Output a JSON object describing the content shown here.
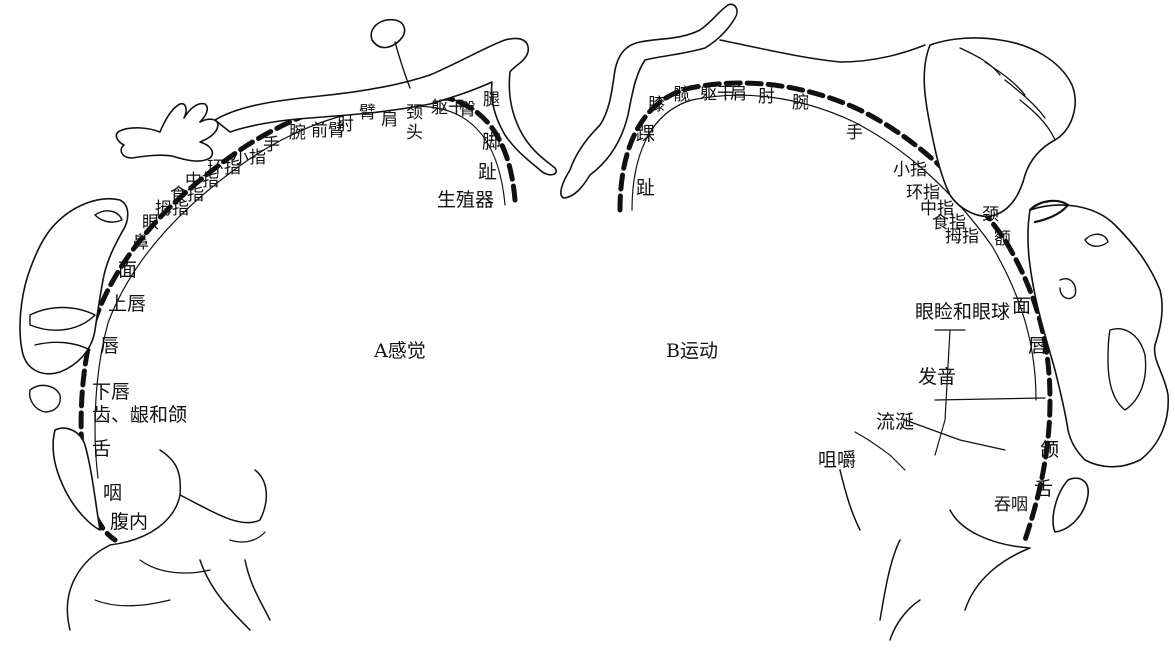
{
  "panel_a": {
    "title": "A感觉",
    "labels": [
      "腿",
      "臀",
      "躯干",
      "颈",
      "头",
      "肩",
      "臂",
      "肘",
      "前臂",
      "腕",
      "手",
      "小指",
      "环指",
      "中指",
      "食指",
      "拇指",
      "眼",
      "鼻",
      "面",
      "上唇",
      "唇",
      "下唇",
      "齿、龈和颌",
      "舌",
      "咽",
      "腹内",
      "脚",
      "趾",
      "生殖器"
    ]
  },
  "panel_b": {
    "title": "B运动",
    "labels": [
      "趾",
      "踝",
      "膝",
      "髋",
      "躯干",
      "肩",
      "肘",
      "腕",
      "手",
      "小指",
      "环指",
      "中指",
      "食指",
      "拇指",
      "颈",
      "额",
      "眼睑和眼球",
      "面",
      "唇",
      "发音",
      "流涎",
      "咀嚼",
      "颌",
      "舌",
      "吞咽"
    ]
  }
}
